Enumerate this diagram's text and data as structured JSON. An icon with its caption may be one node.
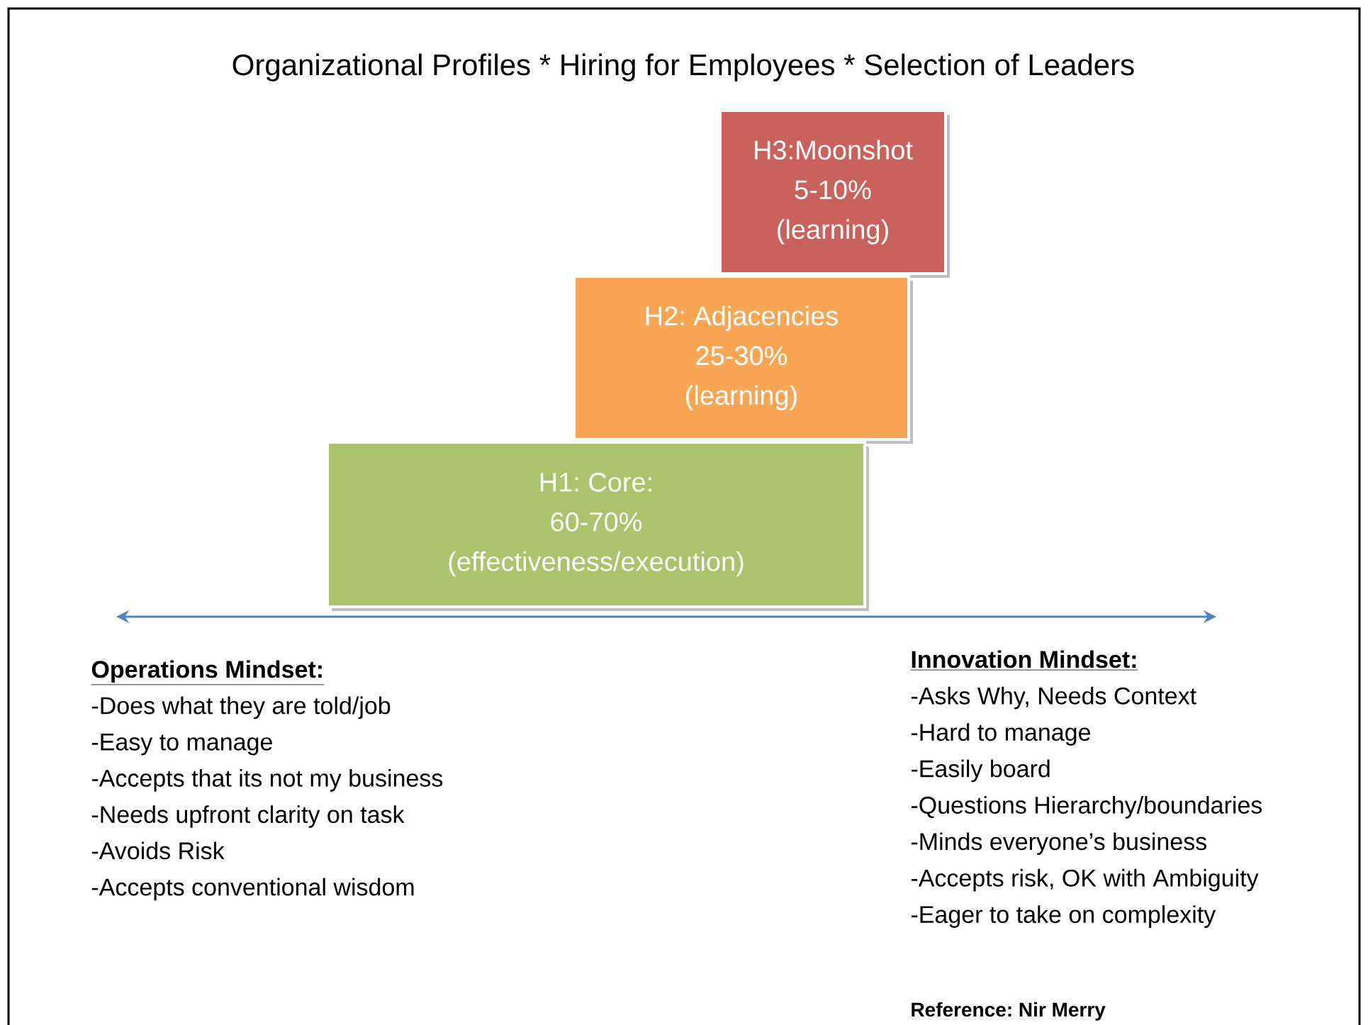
{
  "diagram": {
    "title": "Organizational Profiles * Hiring for Employees * Selection of Leaders",
    "nodes": [
      {
        "text": [
          "H3:Moonshot",
          "5-10%",
          "(learning)"
        ]
      },
      {
        "text": [
          "H2: Adjacencies",
          "25-30%",
          "(learning)"
        ]
      },
      {
        "text": [
          "H1: Core:",
          "60-70%",
          "(effectiveness/execution)"
        ]
      }
    ],
    "labels": [
      "Operations Mindset:",
      "-Does what they are told/job",
      "-Easy to manage",
      "-Accepts that its not my business",
      "-Needs upfront clarity on task",
      "-Avoids Risk",
      "-Accepts conventional wisdom",
      "Innovation Mindset:",
      "-Asks Why, Needs Context",
      "-Hard to manage",
      "-Easily board",
      "-Questions Hierarchy/boundaries",
      "-Minds everyone’s business",
      "-Accepts risk, OK with Ambiguity",
      "-Eager to take on complexity",
      "Reference: Nir Merry"
    ]
  }
}
